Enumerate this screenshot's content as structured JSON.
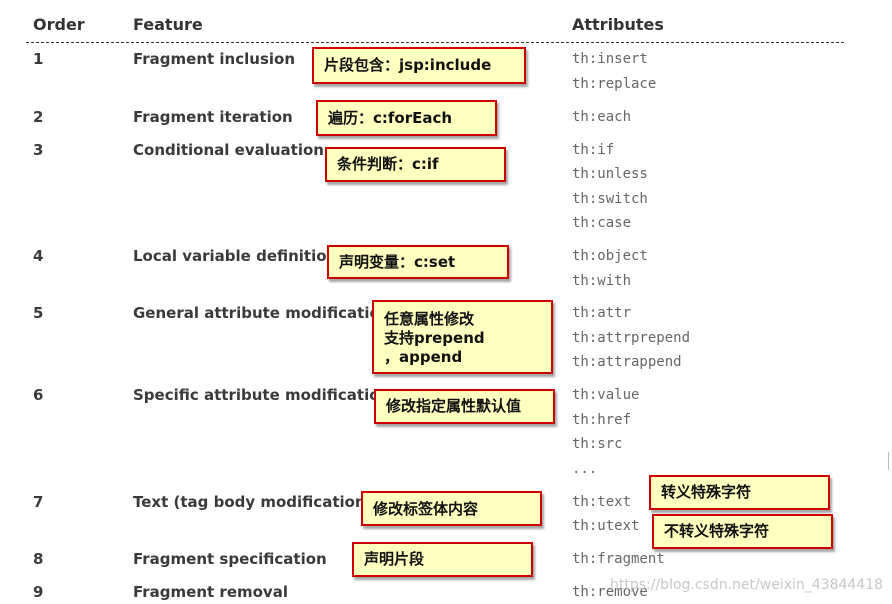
{
  "headers": {
    "order": "Order",
    "feature": "Feature",
    "attributes": "Attributes"
  },
  "rows": [
    {
      "order": "1",
      "feature": "Fragment inclusion",
      "attributes": [
        "th:insert",
        "th:replace"
      ]
    },
    {
      "order": "2",
      "feature": "Fragment iteration",
      "attributes": [
        "th:each"
      ]
    },
    {
      "order": "3",
      "feature": "Conditional evaluation",
      "attributes": [
        "th:if",
        "th:unless",
        "th:switch",
        "th:case"
      ]
    },
    {
      "order": "4",
      "feature": "Local variable definition",
      "attributes": [
        "th:object",
        "th:with"
      ]
    },
    {
      "order": "5",
      "feature": "General attribute modification",
      "attributes": [
        "th:attr",
        "th:attrprepend",
        "th:attrappend"
      ]
    },
    {
      "order": "6",
      "feature": "Specific attribute modification",
      "attributes": [
        "th:value",
        "th:href",
        "th:src",
        "..."
      ]
    },
    {
      "order": "7",
      "feature": "Text (tag body modification)",
      "attributes": [
        "th:text",
        "th:utext"
      ]
    },
    {
      "order": "8",
      "feature": "Fragment specification",
      "attributes": [
        "th:fragment"
      ]
    },
    {
      "order": "9",
      "feature": "Fragment removal",
      "attributes": [
        "th:remove"
      ]
    }
  ],
  "notes": {
    "n1": "片段包含：jsp:include",
    "n2": "遍历：c:forEach",
    "n3": "条件判断：c:if",
    "n4": "声明变量：c:set",
    "n5_line1": "任意属性修改",
    "n5_line2": "支持prepend",
    "n5_line3": "，append",
    "n6": "修改指定属性默认值",
    "n7": "修改标签体内容",
    "n7a": "转义特殊字符",
    "n7b": "不转义特殊字符",
    "n8": "声明片段"
  },
  "watermark": "https://blog.csdn.net/weixin_43844418",
  "colors": {
    "note_bg": "#ffffc0",
    "note_border": "#cc0000",
    "text": "#3a3a3a",
    "code": "#666666"
  }
}
